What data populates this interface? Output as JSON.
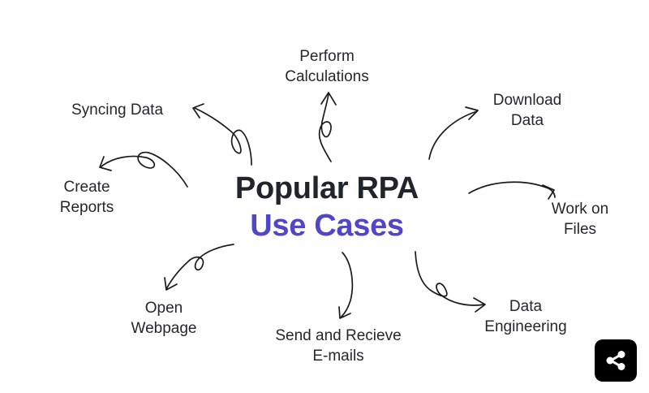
{
  "title": {
    "line1": "Popular RPA",
    "line2": "Use Cases"
  },
  "colors": {
    "title_dark": "#22242b",
    "title_accent": "#4f46c8",
    "share_button_bg": "#000000"
  },
  "use_cases": {
    "calculations": "Perform\nCalculations",
    "syncing": "Syncing Data",
    "download": "Download\nData",
    "reports": "Create\nReports",
    "files": "Work on\nFiles",
    "webpage": "Open\nWebpage",
    "emails": "Send and Recieve\nE-mails",
    "engineering": "Data\nEngineering"
  },
  "share_button": {
    "icon": "share-icon"
  }
}
